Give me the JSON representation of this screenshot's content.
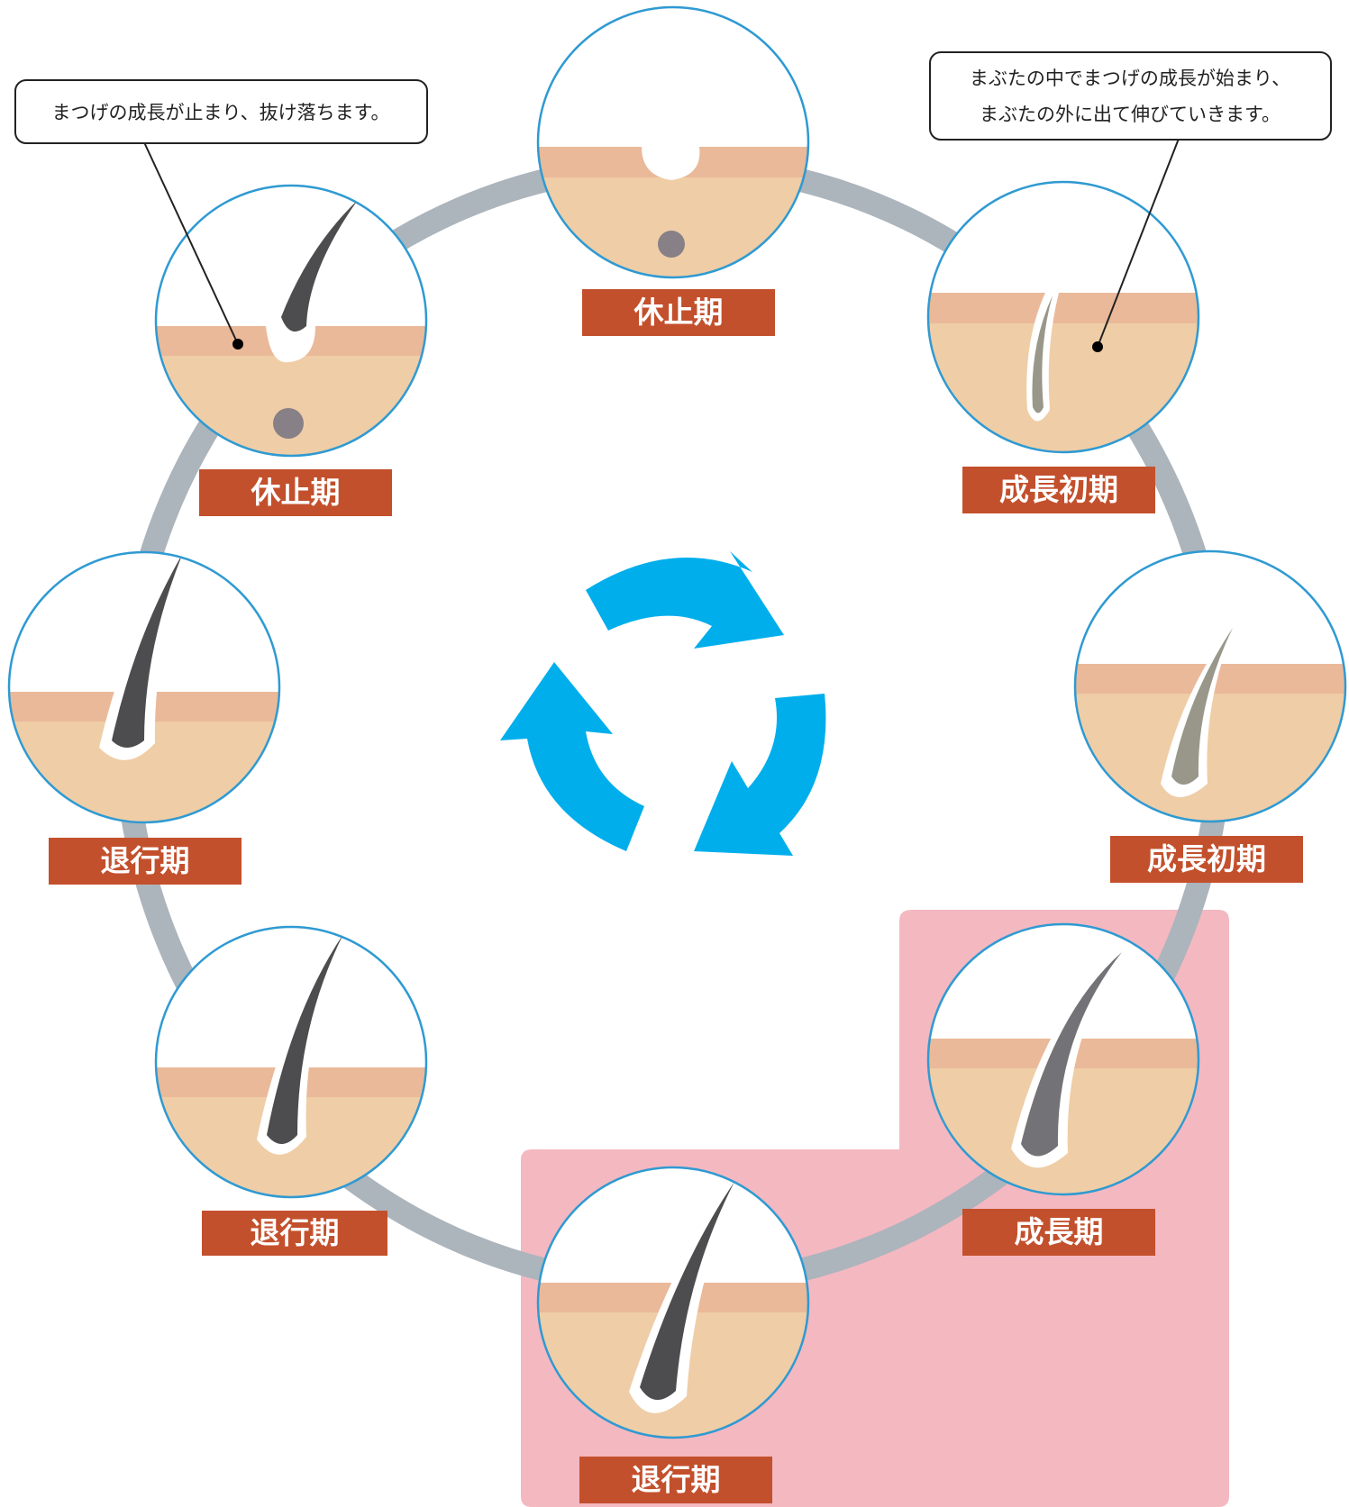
{
  "colors": {
    "ring": "#acb4bc",
    "label_bg": "#c3502c",
    "label_text": "#ffffff",
    "circle_border": "#2f9ad2",
    "skin_top": "#eab999",
    "skin_bottom": "#efcda6",
    "hair_dark": "#4d4d4f",
    "hair_light": "#98978a",
    "hair_medium": "#737276",
    "highlight_area": "#f4b8c1",
    "cycle_arrows": "#00aeec",
    "callout_border": "#222222"
  },
  "stages": [
    {
      "id": "rest-top",
      "label": "休止期",
      "icon": "resting-follicle-icon"
    },
    {
      "id": "early-growth-1",
      "label": "成長初期",
      "icon": "early-growth-hair-icon"
    },
    {
      "id": "early-growth-2",
      "label": "成長初期",
      "icon": "early-growth-hair-icon"
    },
    {
      "id": "growth",
      "label": "成長期",
      "icon": "growth-hair-icon"
    },
    {
      "id": "regression-bottom",
      "label": "退行期",
      "icon": "regression-hair-icon"
    },
    {
      "id": "regression-lower-left",
      "label": "退行期",
      "icon": "regression-hair-icon"
    },
    {
      "id": "regression-left",
      "label": "退行期",
      "icon": "regression-hair-icon"
    },
    {
      "id": "rest-upper-left",
      "label": "休止期",
      "icon": "resting-hair-icon"
    }
  ],
  "callouts": {
    "left": {
      "lines": [
        "まつげの成長が止まり、抜け落ちます。"
      ]
    },
    "right": {
      "lines": [
        "まぶたの中でまつげの成長が始まり、",
        "まぶたの外に出て伸びていきます。"
      ]
    }
  },
  "center_icon": "cycle-arrows-icon"
}
